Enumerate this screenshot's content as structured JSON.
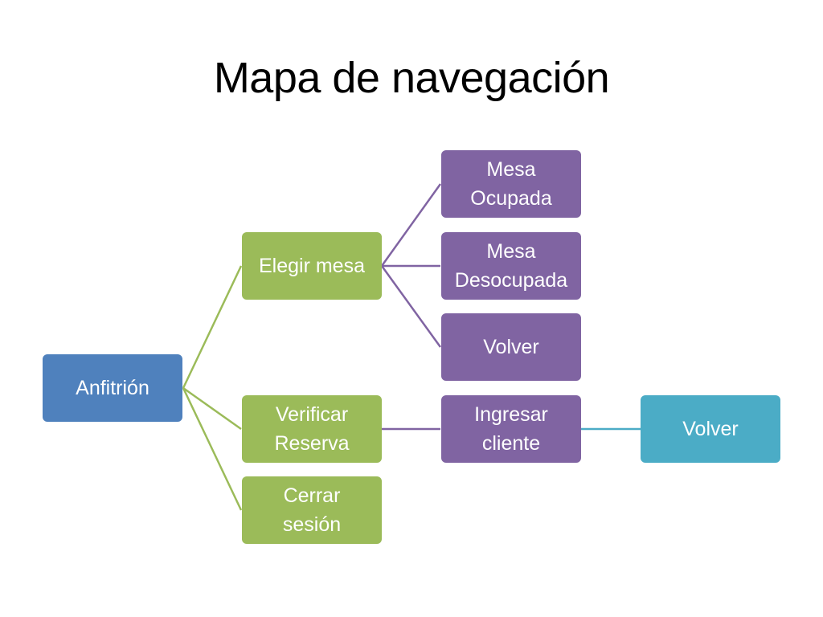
{
  "slide": {
    "title": "Mapa de navegación"
  },
  "colors": {
    "root": "#4f81bd",
    "level1": "#9bbb59",
    "level2": "#8064a2",
    "level3": "#4bacc6"
  },
  "nodes": {
    "root": {
      "label": "Anfitrión"
    },
    "elegir_mesa": {
      "label": "Elegir mesa"
    },
    "verificar_reserva": {
      "label": "Verificar\nReserva"
    },
    "cerrar_sesion": {
      "label": "Cerrar\nsesión"
    },
    "mesa_ocupada": {
      "label": "Mesa\nOcupada"
    },
    "mesa_desocupada": {
      "label": "Mesa\nDesocupada"
    },
    "volver_mesa": {
      "label": "Volver"
    },
    "ingresar_cliente": {
      "label": "Ingresar\ncliente"
    },
    "volver_cliente": {
      "label": "Volver"
    }
  }
}
